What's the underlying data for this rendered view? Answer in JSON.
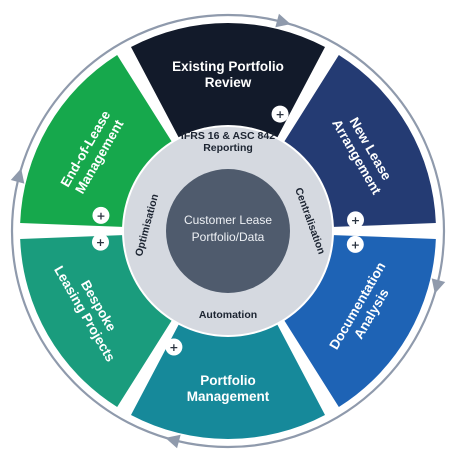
{
  "diagram": {
    "segments": [
      {
        "id": "existing-portfolio-review",
        "lines": [
          "Existing Portfolio",
          "Review"
        ],
        "color": "#121a2a",
        "plus": "+"
      },
      {
        "id": "new-lease-arrangement",
        "lines": [
          "New Lease",
          "Arrangement"
        ],
        "color": "#243b73",
        "plus": "+"
      },
      {
        "id": "documentation-analysis",
        "lines": [
          "Documentation",
          "Analysis"
        ],
        "color": "#1e63b5",
        "plus": "+"
      },
      {
        "id": "portfolio-management",
        "lines": [
          "Portfolio",
          "Management"
        ],
        "color": "#16899a",
        "plus": "+"
      },
      {
        "id": "bespoke-leasing-projects",
        "lines": [
          "Bespoke",
          "Leasing Projects"
        ],
        "color": "#1a9c7d",
        "plus": "+"
      },
      {
        "id": "end-of-lease-management",
        "lines": [
          "End-of-Lease",
          "Management"
        ],
        "color": "#16a84c",
        "plus": "+"
      }
    ],
    "inner_ring": {
      "top": [
        "IFRS 16 & ASC 842",
        "Reporting"
      ],
      "right": "Centralisation",
      "bottom": "Automation",
      "left": "Optimisation"
    },
    "center": [
      "Customer Lease",
      "Portfolio/Data"
    ],
    "colors": {
      "outer_ring": "#8f9aac",
      "inner_ring": "#d5d9e0",
      "core": "#4f5b6d",
      "plus_badge": "#ffffff"
    }
  }
}
